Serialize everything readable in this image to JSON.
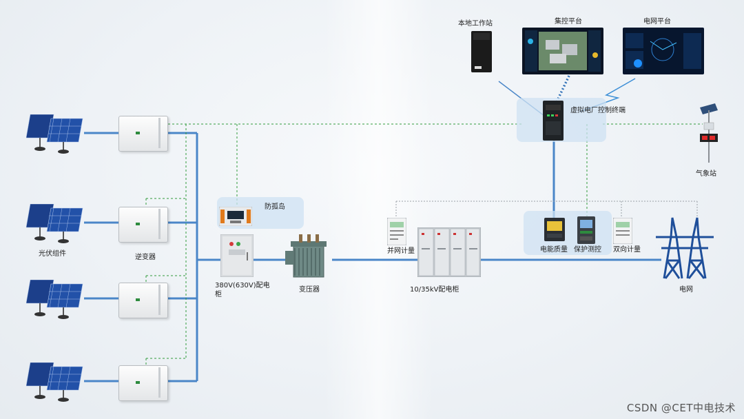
{
  "labels": {
    "local_workstation": "本地工作站",
    "central_platform": "集控平台",
    "grid_platform": "电网平台",
    "vpp_terminal": "虚拟电厂控制终端",
    "weather_station": "气象站",
    "pv_module": "光伏组件",
    "inverter": "逆变器",
    "anti_islanding": "防孤岛",
    "lv_cabinet": "380V(630V)配电柜",
    "transformer": "变压器",
    "grid_metering": "并网计量",
    "mv_cabinet": "10/35kV配电柜",
    "power_quality": "电能质量",
    "protection": "保护测控",
    "bidirectional_metering": "双向计量",
    "grid": "电网"
  },
  "watermark": "CSDN @CET中电技术",
  "colors": {
    "power_line": "#4a86c8",
    "signal_line": "#2f9a3a",
    "metering_line": "#9aa0a6",
    "panel_highlight": "#cfe2f3"
  }
}
